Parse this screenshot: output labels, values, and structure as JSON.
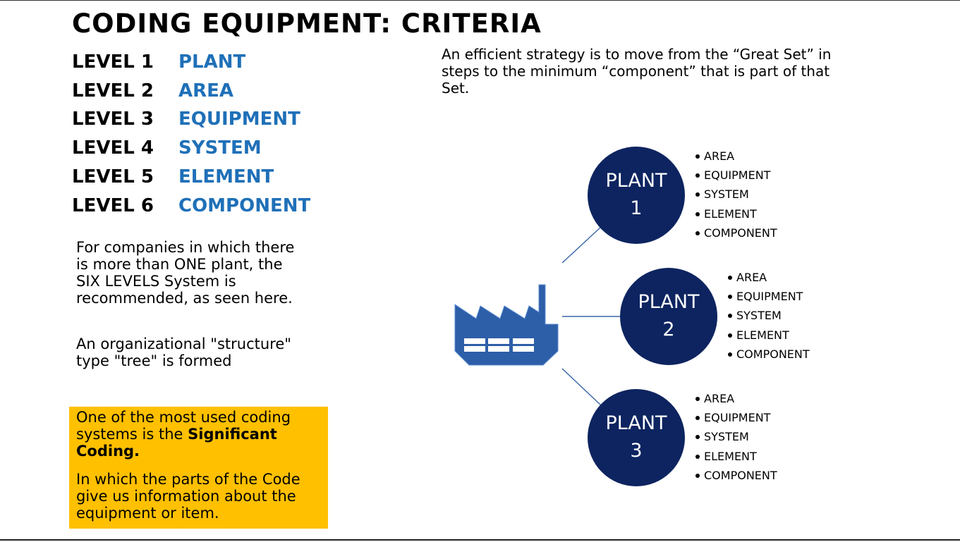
{
  "title": "CODING EQUIPMENT: CRITERIA",
  "levels": [
    {
      "label": "LEVEL 1",
      "name": "PLANT"
    },
    {
      "label": "LEVEL 2",
      "name": "AREA"
    },
    {
      "label": "LEVEL 3",
      "name": "EQUIPMENT"
    },
    {
      "label": "LEVEL 4",
      "name": "SYSTEM"
    },
    {
      "label": "LEVEL 5",
      "name": "ELEMENT"
    },
    {
      "label": "LEVEL 6",
      "name": "COMPONENT"
    }
  ],
  "paragraphs": {
    "multi_plant": "For companies in which there is more than ONE plant, the SIX LEVELS System is recommended, as seen here.",
    "tree": "An organizational \"structure\" type \"tree\" is formed"
  },
  "highlight": {
    "intro": "One of the most used coding systems is the ",
    "bold": "Significant Coding.",
    "detail": "In which the parts of the Code give us information about the equipment or item."
  },
  "intro": "An efficient strategy is to move from the “Great Set” in steps to the minimum “component” that is part of that Set.",
  "factory_icon": "factory-icon",
  "colors": {
    "navy": "#0d2460",
    "blue_text": "#1f70b8",
    "highlight_bg": "#ffc000",
    "factory_blue": "#2d5ea8"
  },
  "plants": [
    {
      "name": "PLANT",
      "number": "1",
      "items": [
        "AREA",
        "EQUIPMENT",
        "SYSTEM",
        "ELEMENT",
        "COMPONENT"
      ]
    },
    {
      "name": "PLANT",
      "number": "2",
      "items": [
        "AREA",
        "EQUIPMENT",
        "SYSTEM",
        "ELEMENT",
        "COMPONENT"
      ]
    },
    {
      "name": "PLANT",
      "number": "3",
      "items": [
        "AREA",
        "EQUIPMENT",
        "SYSTEM",
        "ELEMENT",
        "COMPONENT"
      ]
    }
  ]
}
